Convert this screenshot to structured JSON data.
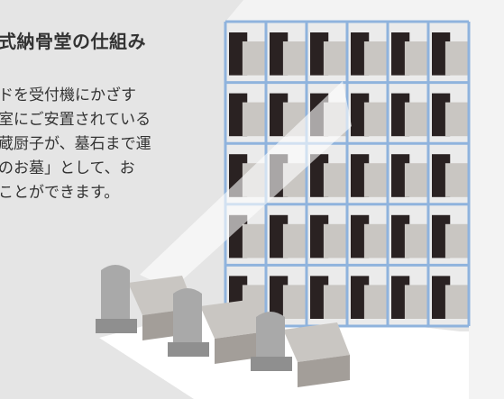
{
  "headline": "式納骨堂の仕組み",
  "description": [
    "ドを受付機にかざす",
    "室にご安置されている",
    "蔵厨子が、墓石まで運",
    "のお墓」として、お",
    "ことができます。"
  ],
  "colors": {
    "background": "#e5e5e5",
    "shelf_frame": "#8fb3dd",
    "room_floor": "#ffffff",
    "urn_box": "#c9c6c2",
    "urn_panel": "#2a2222",
    "tombstone": "#a9a9a9",
    "light_beam": "#ffffff"
  },
  "icons": [
    "automated-storage-rack",
    "urn-box",
    "tombstone",
    "light-beam"
  ]
}
